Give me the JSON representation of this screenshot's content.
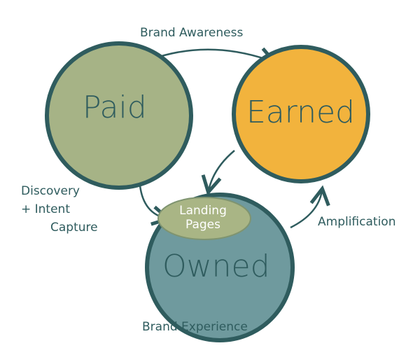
{
  "nodes": {
    "paid": {
      "label": "Paid",
      "color": "#a6b386"
    },
    "earned": {
      "label": "Earned",
      "color": "#f2b33d"
    },
    "owned": {
      "label": "Owned",
      "color": "#6f9a9e"
    },
    "landing_pages": {
      "label": "Landing Pages",
      "color": "#a9b585"
    }
  },
  "edges": {
    "brand_awareness": "Brand Awareness",
    "discovery_line1": "Discovery",
    "discovery_line2": "+ Intent",
    "discovery_line3": "Capture",
    "amplification": "Amplification",
    "brand_experience": "Brand Experience"
  },
  "stroke_color": "#2f5c5e"
}
